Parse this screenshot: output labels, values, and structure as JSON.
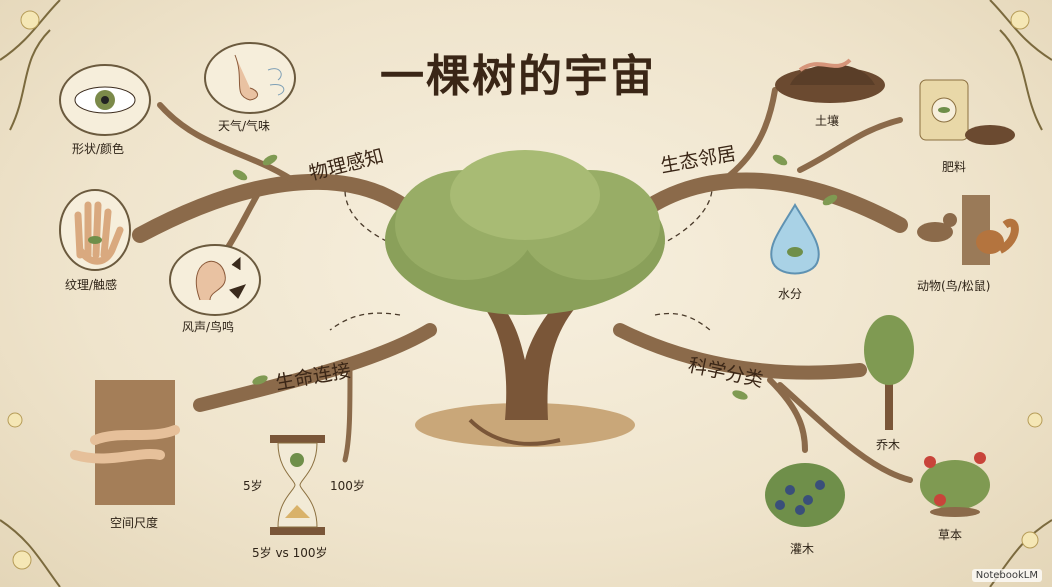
{
  "title": "一棵树的宇宙",
  "branches": {
    "physical": "物理感知",
    "ecology": "生态邻居",
    "life": "生命连接",
    "science": "科学分类"
  },
  "leaves": {
    "shape": "形状/颜色",
    "smell": "天气/气味",
    "texture": "纹理/触感",
    "sound": "风声/鸟鸣",
    "soil": "土壤",
    "fertilizer": "肥料",
    "water": "水分",
    "animals": "动物(鸟/松鼠)",
    "space": "空间尺度",
    "age5": "5岁",
    "age100": "100岁",
    "agecompare": "5岁 vs 100岁",
    "tree": "乔木",
    "shrub": "灌木",
    "herb": "草本"
  },
  "credit": "NotebookLM",
  "colors": {
    "ink": "#3a2616",
    "bark": "#8b6a4a",
    "leaf": "#6f8f4a",
    "paper": "#efe6d1",
    "water": "#7fb6d6"
  }
}
